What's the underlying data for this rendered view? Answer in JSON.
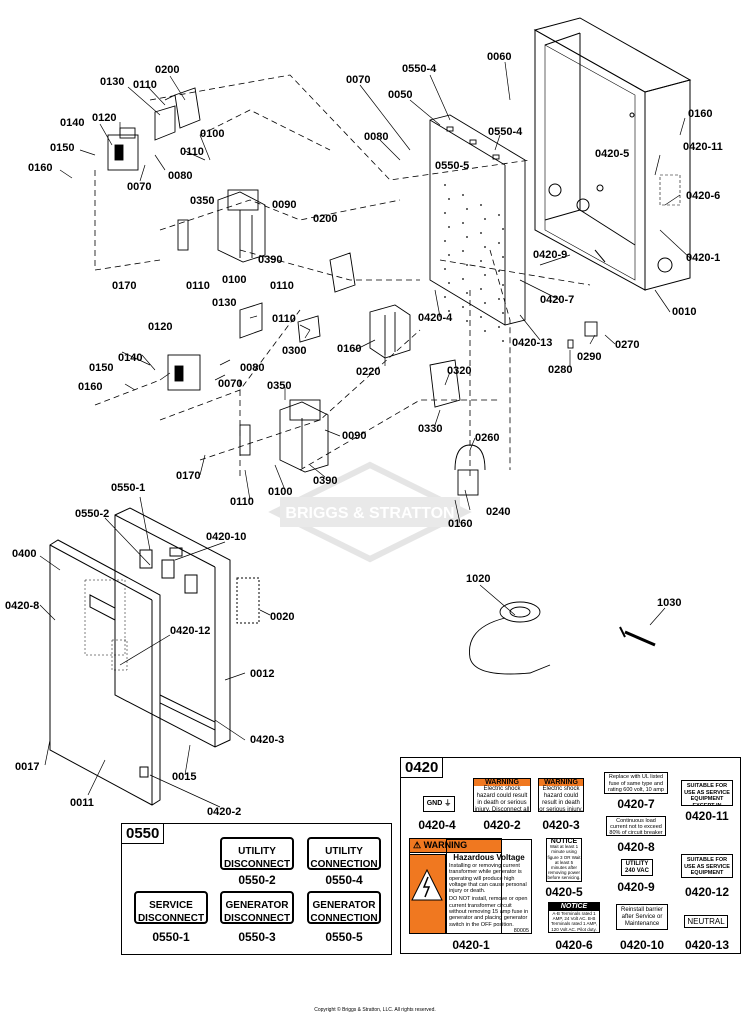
{
  "watermark": "BRIGGS & STRATTON",
  "copyright": "Copyright © Briggs & Stratton, LLC. All rights reserved.",
  "callouts": {
    "c0200": "0200",
    "c0130a": "0130",
    "c0110a": "0110",
    "c0120a": "0120",
    "c0140a": "0140",
    "c0150a": "0150",
    "c0160a": "0160",
    "c0110b": "0110",
    "c0100a": "0100",
    "c0070a": "0070",
    "c0080a": "0080",
    "c0350a": "0350",
    "c0090a": "0090",
    "c0390a": "0390",
    "c0170a": "0170",
    "c0110c": "0110",
    "c0100b": "0100",
    "c0200b": "0200",
    "c0110d": "0110",
    "c0070b": "0070",
    "c05504a": "0550-4",
    "c0060": "0060",
    "c0050": "0050",
    "c0080b": "0080",
    "c05504b": "0550-4",
    "c05505": "0550-5",
    "c0160b": "0160",
    "c04205": "0420-5",
    "c042011": "0420-11",
    "c04206": "0420-6",
    "c04209": "0420-9",
    "c04201": "0420-1",
    "c04207": "0420-7",
    "c0010": "0010",
    "c0130b": "0130",
    "c0110e": "0110",
    "c0300": "0300",
    "c04204": "0420-4",
    "c042013": "0420-13",
    "c0120b": "0120",
    "c0160c": "0160",
    "c0220": "0220",
    "c0290": "0290",
    "c0270": "0270",
    "c0280": "0280",
    "c0150b": "0150",
    "c0140b": "0140",
    "c0080c": "0080",
    "c0160d": "0160",
    "c0070c": "0070",
    "c0320": "0320",
    "c0330": "0330",
    "c0350b": "0350",
    "c0090b": "0090",
    "c0260": "0260",
    "c0170b": "0170",
    "c0390b": "0390",
    "c0110f": "0110",
    "c0100c": "0100",
    "c0240": "0240",
    "c0160e": "0160",
    "c05501": "0550-1",
    "c05502": "0550-2",
    "c042010": "0420-10",
    "c0400": "0400",
    "c04208": "0420-8",
    "c042012": "0420-12",
    "c0020": "0020",
    "c0012": "0012",
    "c04203": "0420-3",
    "c0017": "0017",
    "c0015": "0015",
    "c0011": "0011",
    "c04202": "0420-2",
    "c1020": "1020",
    "c1030": "1030"
  },
  "panel0550": {
    "title": "0550",
    "decals": [
      {
        "line1": "UTILITY",
        "line2": "DISCONNECT",
        "code": "0550-2"
      },
      {
        "line1": "UTILITY",
        "line2": "CONNECTION",
        "code": "0550-4"
      },
      {
        "line1": "SERVICE",
        "line2": "DISCONNECT",
        "code": "0550-1"
      },
      {
        "line1": "GENERATOR",
        "line2": "DISCONNECT",
        "code": "0550-3"
      },
      {
        "line1": "GENERATOR",
        "line2": "CONNECTION",
        "code": "0550-5"
      }
    ]
  },
  "panel0420": {
    "title": "0420",
    "codes": {
      "k4": "0420-4",
      "k2": "0420-2",
      "k3": "0420-3",
      "k7": "0420-7",
      "k11": "0420-11",
      "k8": "0420-8",
      "k1": "0420-1",
      "k5": "0420-5",
      "k9": "0420-9",
      "k12": "0420-12",
      "k6": "0420-6",
      "k10": "0420-10",
      "k13": "0420-13"
    },
    "gnd": "GND",
    "warning_small": "WARNING",
    "warning_small_text": "Electric shock hazard could result in death or serious injury. Disconnect all sources of supply before servicing.",
    "replace_text": "Replace with UL listed fuse of same type and rating 600 volt, 10 amp",
    "suitable_canada": "SUITABLE FOR USE AS SERVICE EQUIPMENT EXCEPT IN CANADA",
    "continuous": "Continuous load current not to exceed 80% of circuit breaker rating",
    "big_warning": "WARNING",
    "hazard": "Hazardous Voltage",
    "hazard_text1": "Installing or removing current transformer while generator is operating will produce high voltage that can cause personal injury or death.",
    "hazard_text2": "DO NOT install, remove or open current transformer circuit without removing 15 amp fuse in generator and placing generator switch in the OFF position.",
    "big_code": "80005",
    "notice": "NOTICE",
    "notice_text": "Wait at least 1 minute using figure 3 OR Wait at least 5 minutes after removing power before servicing.",
    "utility_240": "UTILITY 240 VAC",
    "suitable": "SUITABLE FOR USE AS SERVICE EQUIPMENT",
    "notice2": "NOTICE",
    "notice2_text": "A-B Terminals rated 1 AMP, 24 Volt AC. B-B Terminals rated 1 AMP, 120 Volt AC. Pilot duty.",
    "reinstall": "Reinstall barrier after Service or Maintenance",
    "neutral": "NEUTRAL"
  },
  "colors": {
    "warning_orange": "#f07820",
    "line": "#000000",
    "watermark": "#cccccc"
  }
}
